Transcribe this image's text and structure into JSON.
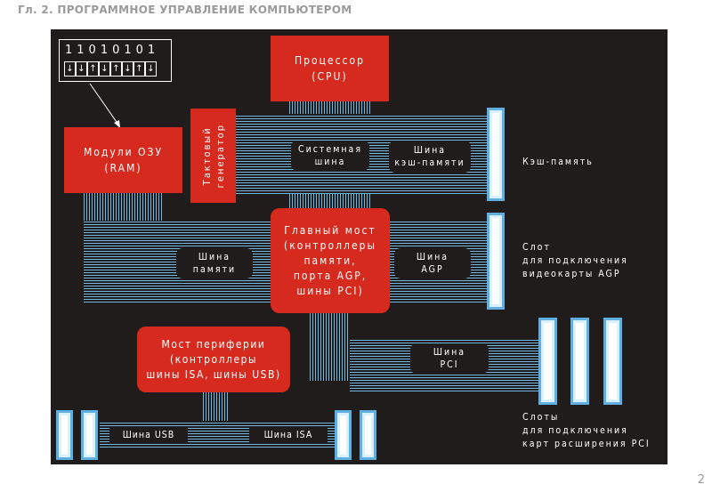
{
  "header": {
    "title": "Гл. 2. ПРОГРАММНОЕ УПРАВЛЕНИЕ КОМПЬЮТЕРОМ",
    "page_number": "2"
  },
  "binary": {
    "digits": "11010101",
    "arrows": [
      "↓",
      "↓",
      "↑",
      "↓",
      "↑",
      "↓",
      "↑",
      "↓"
    ]
  },
  "blocks": {
    "cpu": "Процессор\n(CPU)",
    "ram": "Модули ОЗУ\n(RAM)",
    "clock": "Тактовый\nгенератор",
    "north_bridge": "Главный мост\n(контроллеры\nпамяти,\nпорта AGP,\nшины PCI)",
    "south_bridge": "Мост периферии\n(контроллеры\nшины ISA, шины USB)"
  },
  "buses": {
    "system": "Системная\nшина",
    "cache": "Шина\nкэш-памяти",
    "memory": "Шина\nпамяти",
    "agp": "Шина\nAGP",
    "pci": "Шина\nPCI",
    "usb": "Шина USB",
    "isa": "Шина ISA"
  },
  "labels": {
    "cache_memory": "Кэш-память",
    "agp_slot": "Слот\nдля подключения\nвидеокарты AGP",
    "pci_slots": "Слоты\nдля подключения\nкарт расширения PCI"
  }
}
